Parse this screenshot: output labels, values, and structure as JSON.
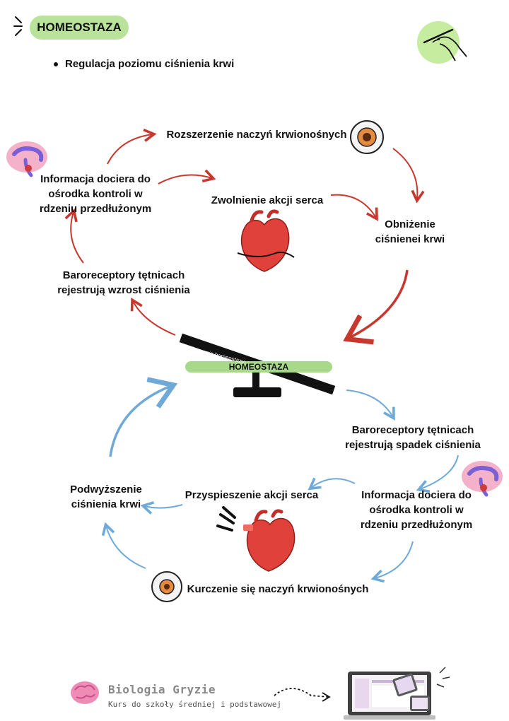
{
  "header": {
    "title": "HOMEOSTAZA",
    "bullet": "Regulacja poziomu ciśnienia krwi"
  },
  "center": {
    "bar_label": "HOMEOSTAZA",
    "plank_label": "Zaburzenie homeostazy"
  },
  "top_cycle": {
    "vasodilation": "Rozszerzenie naczyń krwionośnych",
    "info_line1": "Informacja dociera do",
    "info_line2": "ośrodka kontroli w",
    "info_line3": "rdzeniu przedłużonym",
    "heart_slow": "Zwolnienie akcji serca",
    "drop_line1": "Obniżenie",
    "drop_line2": "ciśnienei krwi",
    "baro_line1": "Baroreceptory tętnicach",
    "baro_line2": "rejestrują wzrost ciśnienia"
  },
  "bottom_cycle": {
    "baro_line1": "Baroreceptory tętnicach",
    "baro_line2": "rejestrują spadek ciśnienia",
    "info_line1": "Informacja dociera do",
    "info_line2": "ośrodka kontroli w",
    "info_line3": "rdzeniu przedłużonym",
    "heart_fast": "Przyspieszenie akcji serca",
    "rise_line1": "Podwyższenie",
    "rise_line2": "ciśnienia krwi",
    "vasoconstriction": "Kurczenie się naczyń krwionośnych"
  },
  "footer": {
    "brand": "Biologia Gryzie",
    "subtitle": "Kurs do szkoły średniej i podstawowej"
  },
  "colors": {
    "accent_green": "#b9e39a",
    "arrow_red": "#c8372d",
    "arrow_blue": "#6fa9d8"
  },
  "icons": [
    "brain-icon",
    "heart-icon",
    "blood-vessel-icon",
    "writing-hand-icon",
    "laptop-icon"
  ]
}
